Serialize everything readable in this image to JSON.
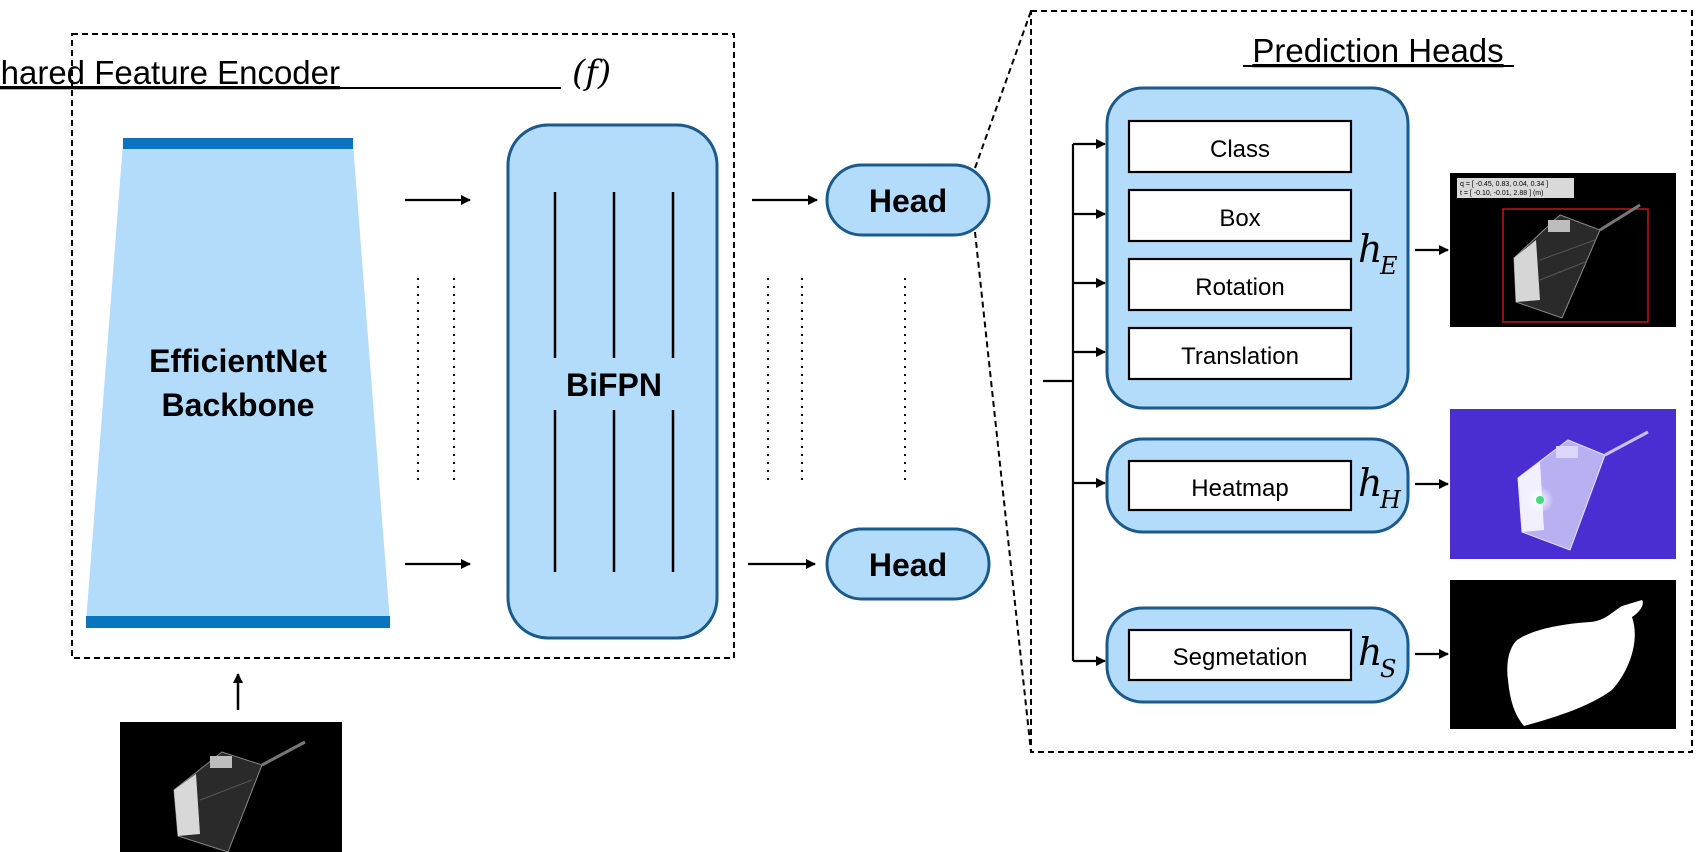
{
  "encoder": {
    "title": "Shared Feature Encoder",
    "title_symbol": "(f)",
    "backbone_line1": "EfficientNet",
    "backbone_line2": "Backbone",
    "bifpn_label": "BiFPN"
  },
  "heads": {
    "head_top_label": "Head",
    "head_bottom_label": "Head"
  },
  "prediction": {
    "title": "Prediction Heads",
    "efficientpose_outputs": [
      "Class",
      "Box",
      "Rotation",
      "Translation"
    ],
    "efficientpose_symbol": "h",
    "efficientpose_subscript": "E",
    "heatmap_label": "Heatmap",
    "heatmap_symbol": "h",
    "heatmap_subscript": "H",
    "segmentation_label": "Segmetation",
    "segmentation_symbol": "h",
    "segmentation_subscript": "S"
  },
  "pose_overlay": {
    "line1": "q = [ -0.45, 0.83, 0.04, 0.34 ]",
    "line2": "t = [ -0.10, -0.01, 2.88 ] (m)"
  },
  "colors": {
    "block_fill": "#b3dcfb",
    "block_stroke": "#1a5a8c",
    "bar_blue": "#0a74bd",
    "heatmap_bg": "#4b2ed1",
    "bbox_red": "#c0161c"
  }
}
